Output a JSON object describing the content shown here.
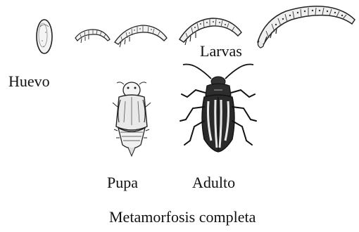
{
  "diagram": {
    "stages": {
      "egg": "Huevo",
      "larvae": "Larvas",
      "pupa": "Pupa",
      "adult": "Adulto"
    },
    "caption": "Metamorfosis completa"
  }
}
